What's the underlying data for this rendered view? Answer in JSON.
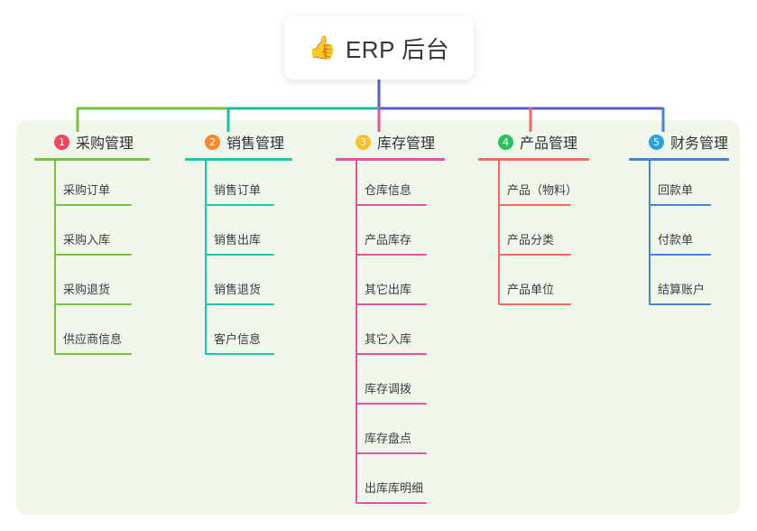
{
  "root": {
    "icon": "thumbs-up-icon",
    "emoji": "👍",
    "title": "ERP 后台"
  },
  "colors": {
    "panel_bg": "#eef7e9",
    "page_bg": "#ffffff",
    "bus_green": "#7ac143",
    "bus_teal": "#16bfa6",
    "bus_indigo": "#5a5fc7",
    "branch1": "#7ac143",
    "branch2": "#1fc4ac",
    "branch3": "#e8519b",
    "branch4": "#f4695f",
    "branch5": "#4a7fe0",
    "badge1": "#f0475e",
    "badge2": "#f5892b",
    "badge3": "#fbc02d",
    "badge4": "#2bbf5f",
    "badge5": "#29a3e0",
    "title_text": "#2f3238",
    "leaf_text": "#3a3d43"
  },
  "branches": [
    {
      "number": "1",
      "title": "采购管理",
      "badge_color": "#f0475e",
      "line_color": "#7ac143",
      "items": [
        {
          "label": "采购订单"
        },
        {
          "label": "采购入库"
        },
        {
          "label": "采购退货"
        },
        {
          "label": "供应商信息"
        }
      ]
    },
    {
      "number": "2",
      "title": "销售管理",
      "badge_color": "#f5892b",
      "line_color": "#1fc4ac",
      "items": [
        {
          "label": "销售订单"
        },
        {
          "label": "销售出库"
        },
        {
          "label": "销售退货"
        },
        {
          "label": "客户信息"
        }
      ]
    },
    {
      "number": "3",
      "title": "库存管理",
      "badge_color": "#fbc02d",
      "line_color": "#e8519b",
      "items": [
        {
          "label": "仓库信息"
        },
        {
          "label": "产品库存"
        },
        {
          "label": "其它出库"
        },
        {
          "label": "其它入库"
        },
        {
          "label": "库存调拨"
        },
        {
          "label": "库存盘点"
        },
        {
          "label": "出库库明细"
        }
      ]
    },
    {
      "number": "4",
      "title": "产品管理",
      "badge_color": "#2bbf5f",
      "line_color": "#f4695f",
      "items": [
        {
          "label": "产品（物料）"
        },
        {
          "label": "产品分类"
        },
        {
          "label": "产品单位"
        }
      ]
    },
    {
      "number": "5",
      "title": "财务管理",
      "badge_color": "#29a3e0",
      "line_color": "#4a7fe0",
      "items": [
        {
          "label": "回款单"
        },
        {
          "label": "付款单"
        },
        {
          "label": "结算账户"
        }
      ]
    }
  ]
}
